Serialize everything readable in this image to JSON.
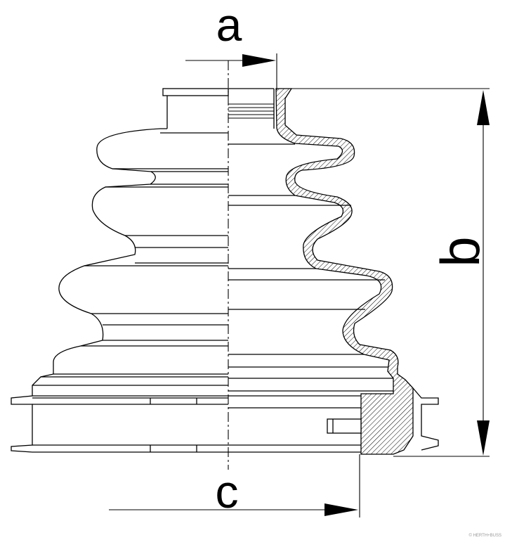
{
  "diagram": {
    "dimensions": {
      "a": "a",
      "b": "b",
      "c": "c"
    },
    "watermark": "© HERTH+BUSS",
    "colors": {
      "line": "#000000",
      "hatch": "#000000",
      "background": "#ffffff",
      "watermark": "#9a9a9a"
    }
  }
}
